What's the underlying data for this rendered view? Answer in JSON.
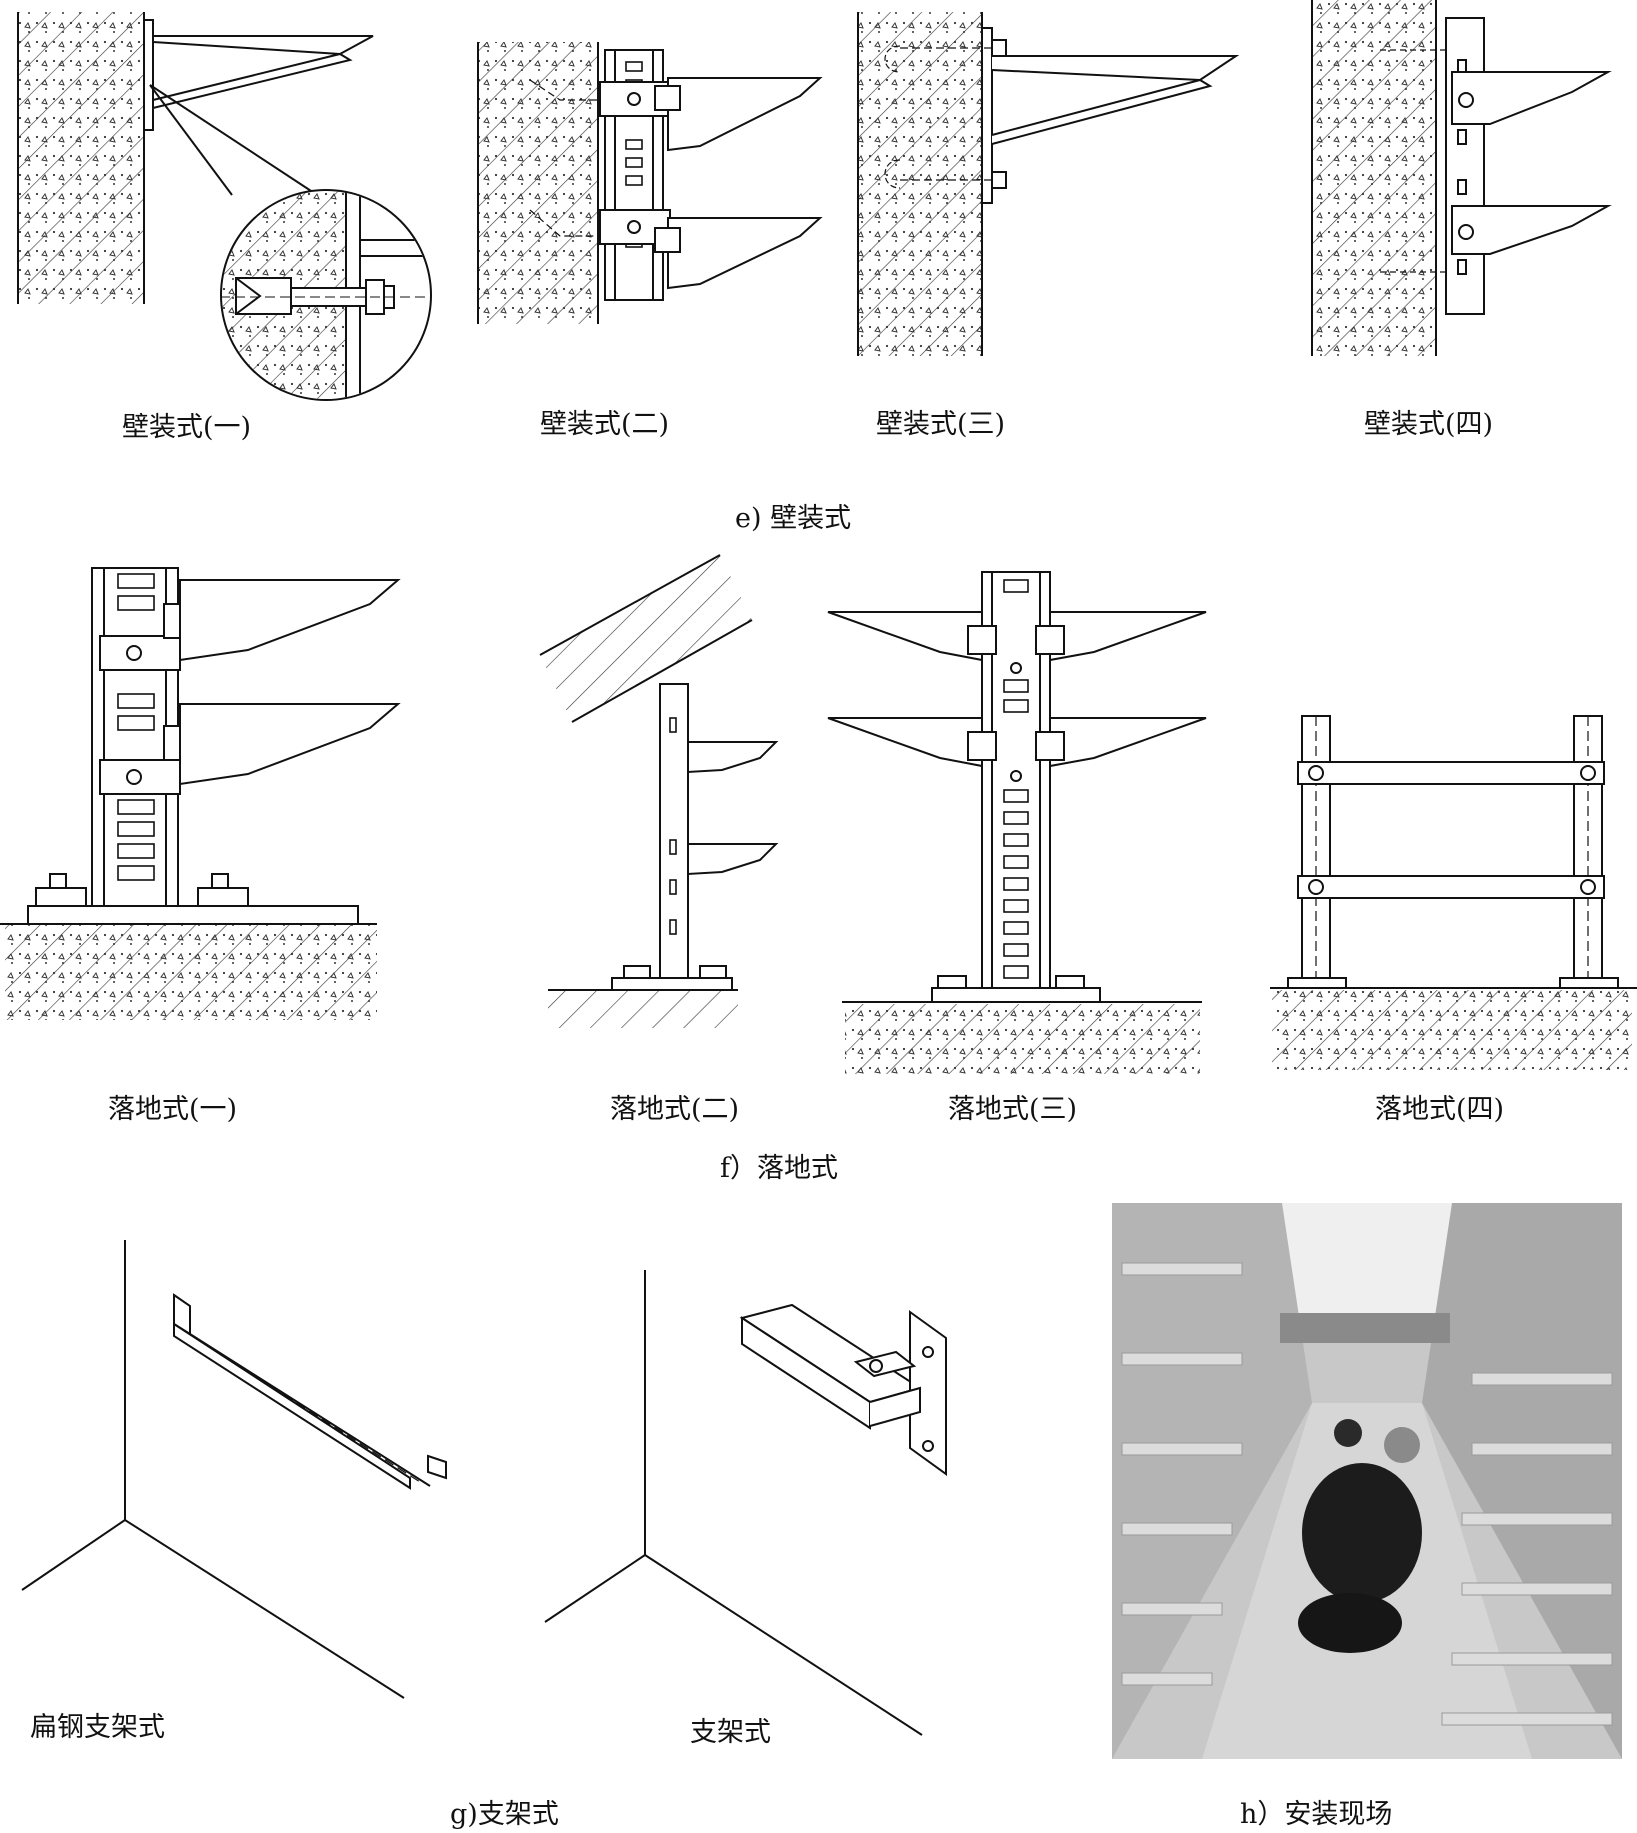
{
  "wall": {
    "title": "e) 壁装式",
    "items": [
      "壁装式(一)",
      "壁装式(二)",
      "壁装式(三)",
      "壁装式(四)"
    ]
  },
  "floor": {
    "title": "f）落地式",
    "items": [
      "落地式(一)",
      "落地式(二)",
      "落地式(三)",
      "落地式(四)"
    ]
  },
  "bracket": {
    "title": "g)支架式",
    "items": [
      "扁钢支架式",
      "支架式"
    ]
  },
  "site": {
    "title": "h）安装现场"
  },
  "colors": {
    "line": "#111111",
    "hatch": "#333333",
    "photo_bg": "#bdbdbd"
  }
}
